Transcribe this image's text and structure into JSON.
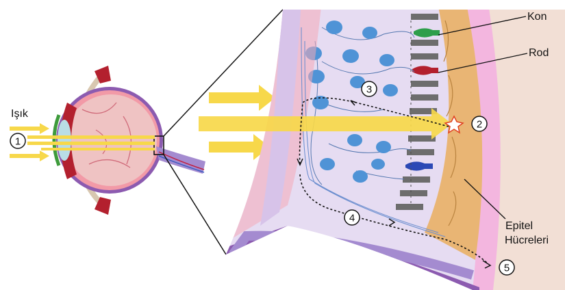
{
  "labels": {
    "light": "Işık",
    "cone": "Kon",
    "rod": "Rod",
    "epithelial_line1": "Epitel",
    "epithelial_line2": "Hücreleri"
  },
  "steps": [
    "1",
    "2",
    "3",
    "4",
    "5"
  ],
  "colors": {
    "light_arrow": "#f7d84a",
    "retina_bg": "#e6dcf2",
    "pigment_layer": "#e9b574",
    "choroid_pink": "#f4a9b8",
    "sclera_purple": "#8c5bb0",
    "neuron_blue": "#4f93d6",
    "cone_green": "#2e9e4a",
    "cone_red": "#b3202e",
    "cone_blue": "#2b49b5"
  }
}
